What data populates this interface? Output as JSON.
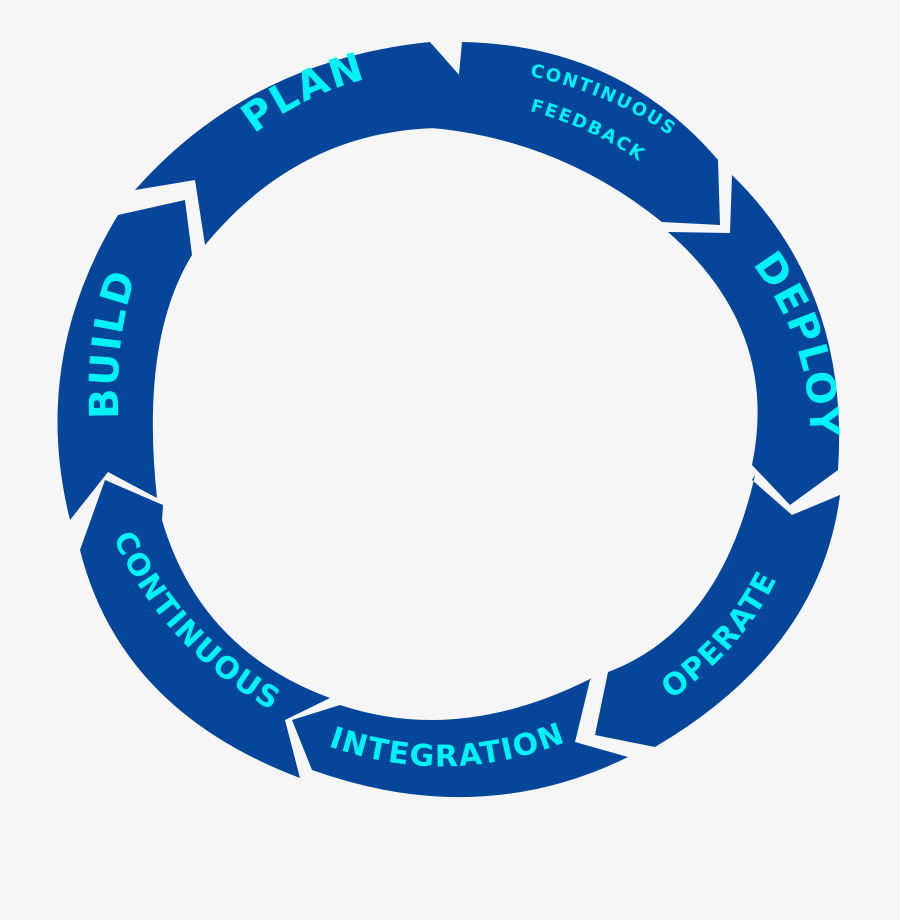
{
  "diagram": {
    "type": "cycle",
    "colors": {
      "background": "#f6f6f7",
      "segment_fill": "#05459a",
      "label_text": "#00f2f6"
    },
    "segments": [
      {
        "id": "plan",
        "label": "PLAN"
      },
      {
        "id": "continuous-feedback",
        "label_line1": "CONTINUOUS",
        "label_line2": "FEEDBACK"
      },
      {
        "id": "deploy",
        "label": "DEPLOY"
      },
      {
        "id": "operate",
        "label": "OPERATE"
      },
      {
        "id": "integration",
        "label": "INTEGRATION"
      },
      {
        "id": "continuous",
        "label": "CONTINUOUS"
      },
      {
        "id": "build",
        "label": "BUILD"
      }
    ],
    "direction": "clockwise"
  }
}
